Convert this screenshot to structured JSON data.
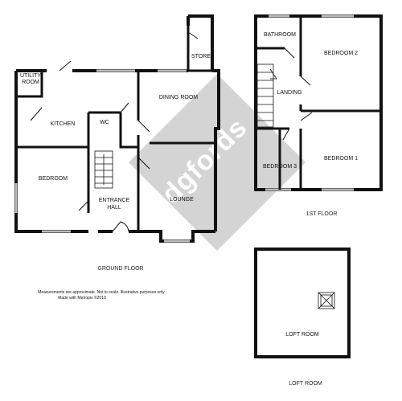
{
  "watermark": {
    "brand": "bridgfords",
    "color": "#d4d4d4"
  },
  "colors": {
    "wall": "#111111",
    "fill": "#ffffff",
    "window": "#bdbdbd"
  },
  "floors": {
    "ground": {
      "caption": "GROUND FLOOR",
      "rooms": {
        "utility": [
          "UTILITY",
          "ROOM"
        ],
        "kitchen": "KITCHEN",
        "wc": "WC",
        "dining": "DINING ROOM",
        "store": "STORE",
        "bedroom": "BEDROOM",
        "hall": [
          "ENTRANCE",
          "HALL"
        ],
        "lounge": "LOUNGE"
      }
    },
    "first": {
      "caption": "1ST FLOOR",
      "rooms": {
        "bathroom": "BATHROOM",
        "bedroom2": "BEDROOM 2",
        "landing": "LANDING",
        "bedroom3": "BEDROOM 3",
        "bedroom1": "BEDROOM 1"
      }
    },
    "loft": {
      "caption": "LOFT ROOM",
      "rooms": {
        "loft": "LOFT ROOM"
      }
    }
  },
  "disclaimer": [
    "Measurements are approximate.  Not to scale.  Illustrative purposes only",
    "Made with Metropix ©2010"
  ]
}
